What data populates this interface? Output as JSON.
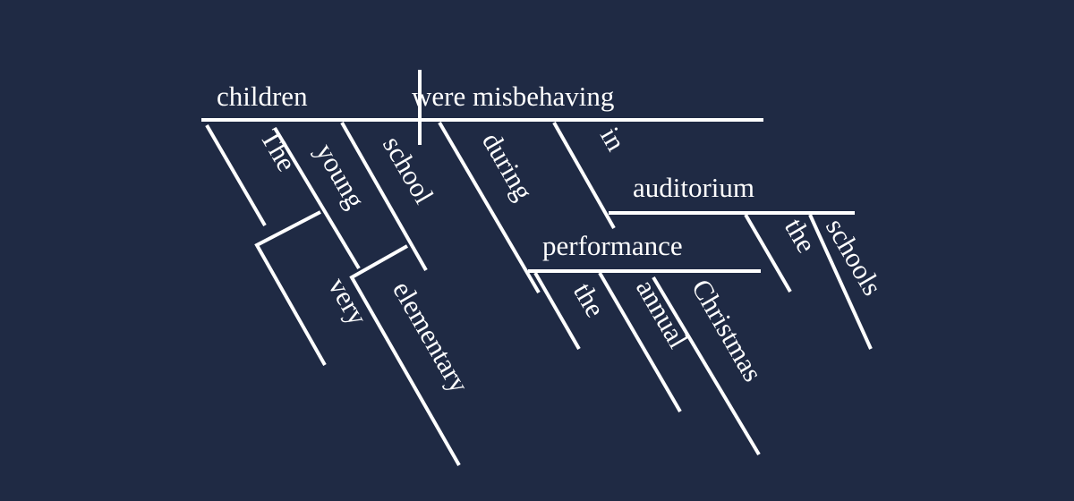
{
  "diagram": {
    "type": "sentence-diagram",
    "colors": {
      "background": "#1f2a44",
      "ink": "#ffffff"
    },
    "subject": "children",
    "predicate": "were misbehaving",
    "subject_modifiers": [
      "The",
      "young",
      "school"
    ],
    "adverb_of_young": "very",
    "modifier_of_school": "elementary",
    "preposition_1": "during",
    "object_1": "performance",
    "object_1_modifiers": [
      "the",
      "annual",
      "Christmas"
    ],
    "preposition_2": "in",
    "object_2": "auditorium",
    "object_2_modifiers": [
      "the",
      "schools"
    ]
  }
}
